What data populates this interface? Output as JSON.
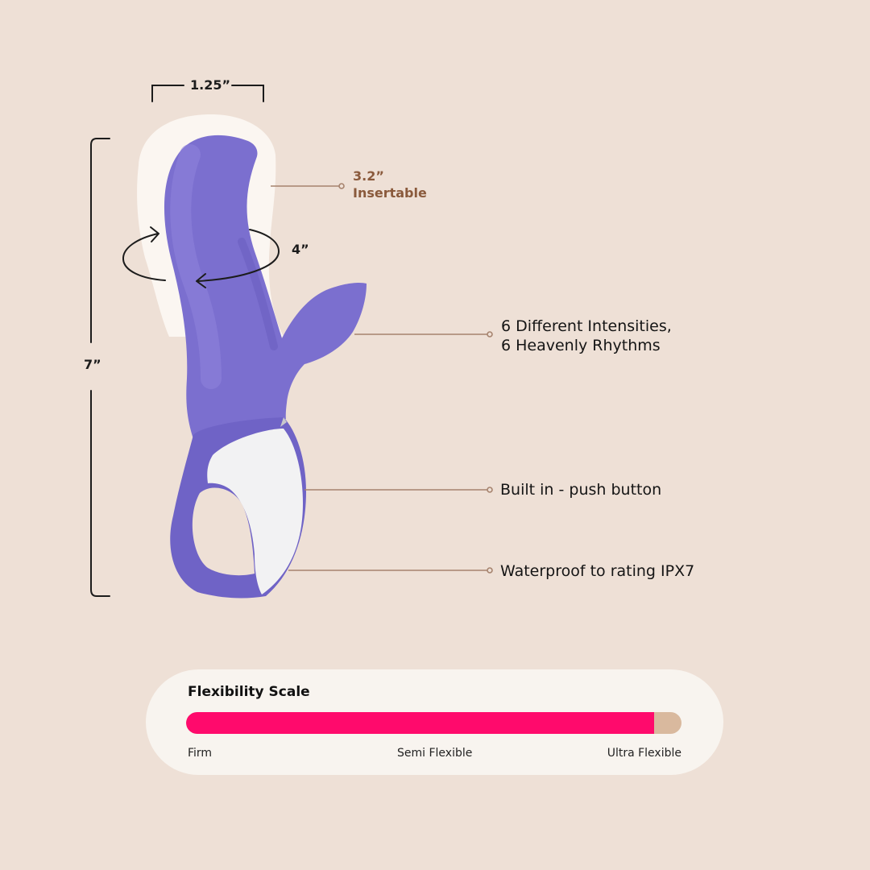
{
  "dimensions": {
    "width_label": "1.25”",
    "length_label": "7”",
    "girth_label": "4”",
    "insertable_value": "3.2”",
    "insertable_label": "Insertable"
  },
  "callouts": {
    "intensities_line1": "6 Different Intensities,",
    "intensities_line2": "6 Heavenly Rhythms",
    "button": "Built in - push button",
    "waterproof": "Waterproof to rating IPX7"
  },
  "flexibility": {
    "title": "Flexibility Scale",
    "level_fraction": 0.945,
    "labels": [
      "Firm",
      "Semi Flexible",
      "Ultra Flexible"
    ],
    "fill_color": "#ff0a6c",
    "track_color": "#d9b99e"
  },
  "colors": {
    "background": "#eee0d6",
    "product_purple": "#7b6fcf",
    "accent_brown": "#8a5a3c"
  },
  "icons": {
    "girth": "rotate-arrow-icon"
  }
}
